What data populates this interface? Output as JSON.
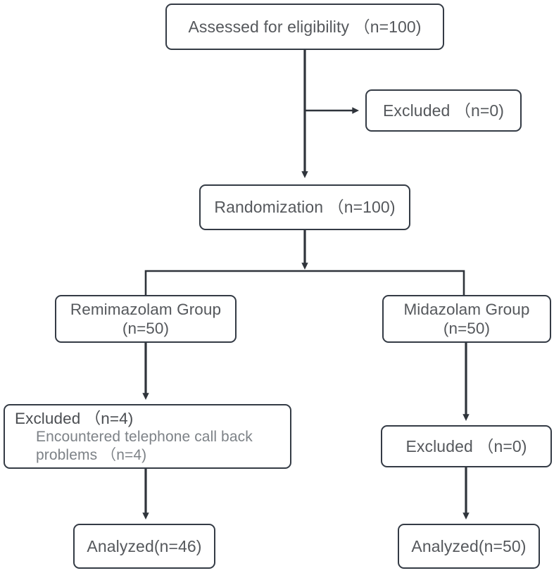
{
  "chart_data": {
    "type": "diagram",
    "title": "CONSORT participant flow diagram",
    "diagram_kind": "consort-flowchart",
    "orientation": "top-down",
    "colors": {
      "background": "#ffffff",
      "node_border": "#343b45",
      "node_fill": "#ffffff",
      "text_primary": "#55585c",
      "text_secondary": "#7d8287",
      "connector": "#2f343b"
    },
    "nodes": [
      {
        "id": "assessed",
        "label": "Assessed for eligibility （n=100)",
        "n": 100
      },
      {
        "id": "excluded_0a",
        "label": "Excluded （n=0)",
        "n": 0
      },
      {
        "id": "randomization",
        "label": "Randomization （n=100)",
        "n": 100
      },
      {
        "id": "remimazolam",
        "label": "Remimazolam Group\n(n=50)",
        "n": 50
      },
      {
        "id": "midazolam",
        "label": "Midazolam Group\n(n=50)",
        "n": 50
      },
      {
        "id": "excluded_4",
        "label": "Excluded （n=4)\nEncountered telephone call back problems （n=4)",
        "n": 4
      },
      {
        "id": "excluded_0b",
        "label": "Excluded （n=0)",
        "n": 0
      },
      {
        "id": "analyzed_46",
        "label": "Analyzed(n=46)",
        "n": 46
      },
      {
        "id": "analyzed_50",
        "label": "Analyzed(n=50)",
        "n": 50
      }
    ],
    "edges": [
      {
        "from": "assessed",
        "to": "excluded_0a",
        "style": "elbow-right",
        "arrow": true
      },
      {
        "from": "assessed",
        "to": "randomization",
        "style": "straight",
        "arrow": true
      },
      {
        "from": "randomization",
        "to": "remimazolam",
        "style": "split-left",
        "arrow": false
      },
      {
        "from": "randomization",
        "to": "midazolam",
        "style": "split-right",
        "arrow": false
      },
      {
        "from": "remimazolam",
        "to": "excluded_4",
        "style": "straight",
        "arrow": true
      },
      {
        "from": "midazolam",
        "to": "excluded_0b",
        "style": "straight",
        "arrow": true
      },
      {
        "from": "excluded_4",
        "to": "analyzed_46",
        "style": "straight",
        "arrow": true
      },
      {
        "from": "excluded_0b",
        "to": "analyzed_50",
        "style": "straight",
        "arrow": true
      }
    ]
  },
  "nodes": {
    "assessed": {
      "text": "Assessed for eligibility （n=100)"
    },
    "excluded_top": {
      "text": "Excluded （n=0)"
    },
    "randomization": {
      "text": "Randomization （n=100)"
    },
    "remimazolam": {
      "line1": "Remimazolam Group",
      "line2": "(n=50)"
    },
    "midazolam": {
      "line1": "Midazolam Group",
      "line2": "(n=50)"
    },
    "excluded_left": {
      "line1": "Excluded （n=4)",
      "line2": "Encountered telephone call back",
      "line3": "problems （n=4)"
    },
    "excluded_right": {
      "text": "Excluded （n=0)"
    },
    "analyzed_left": {
      "text": "Analyzed(n=46)"
    },
    "analyzed_right": {
      "text": "Analyzed(n=50)"
    }
  }
}
